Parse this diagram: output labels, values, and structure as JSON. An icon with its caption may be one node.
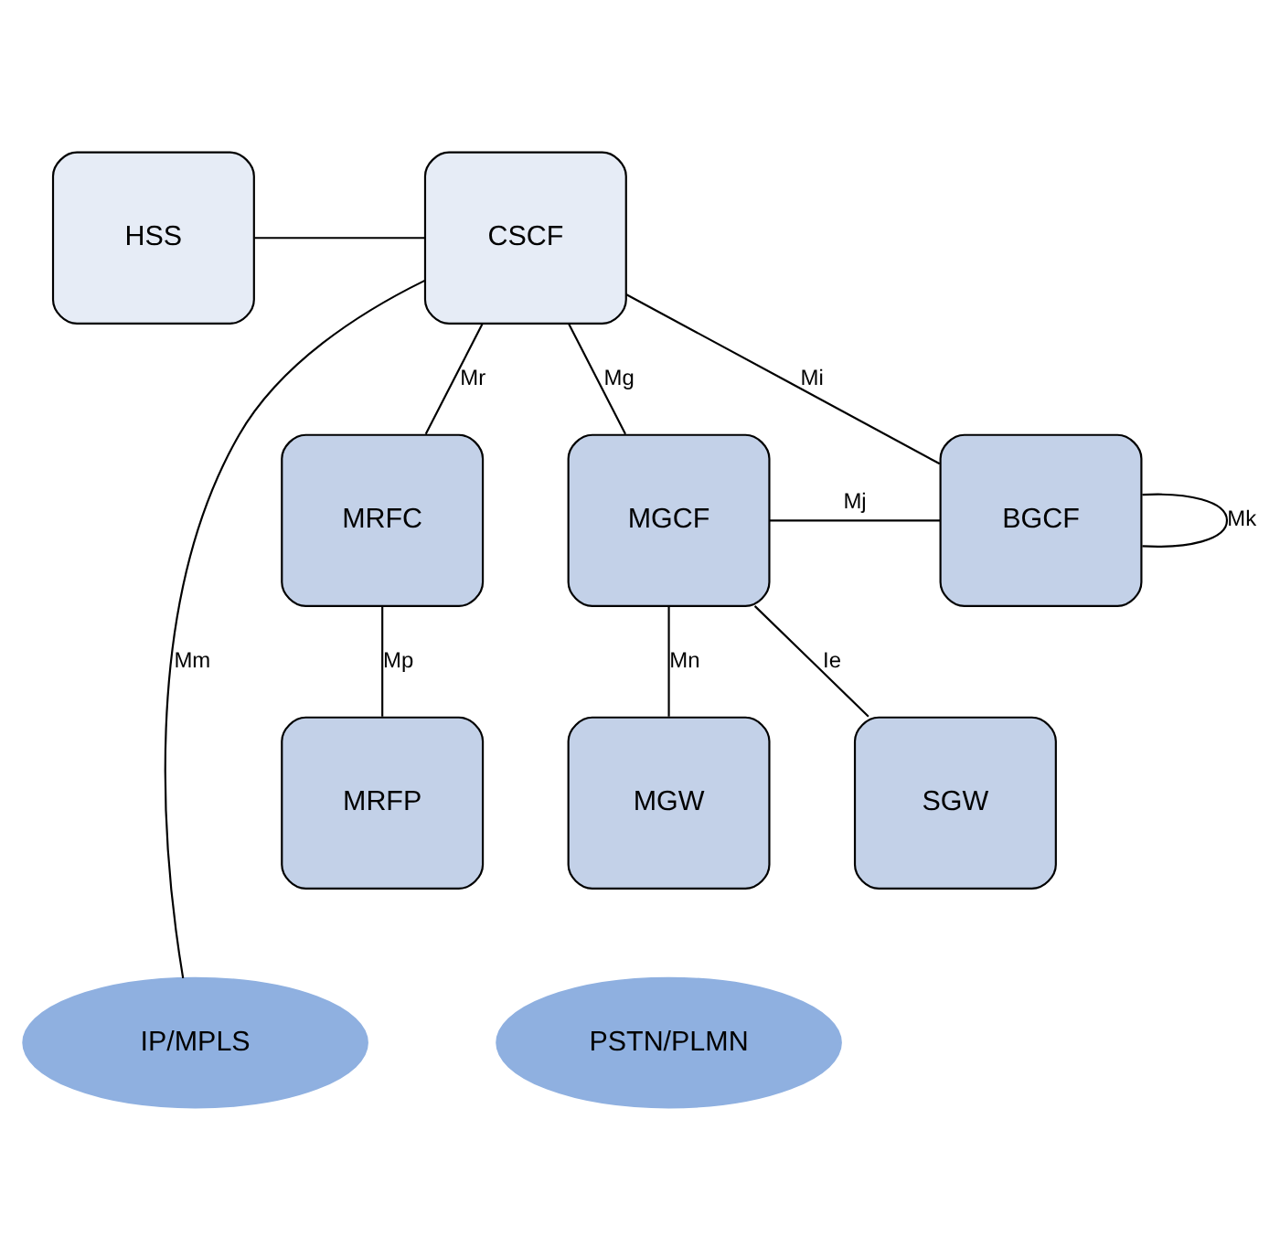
{
  "diagram": {
    "nodes": [
      {
        "text": [
          "HSS"
        ]
      },
      {
        "text": [
          "CSCF"
        ]
      },
      {
        "text": [
          "MRFC"
        ]
      },
      {
        "text": [
          "MGCF"
        ]
      },
      {
        "text": [
          "BGCF"
        ]
      },
      {
        "text": [
          "MRFP"
        ]
      },
      {
        "text": [
          "MGW"
        ]
      },
      {
        "text": [
          "SGW"
        ]
      },
      {
        "text": [
          "IP/MPLS"
        ]
      },
      {
        "text": [
          "PSTN/PLMN"
        ]
      }
    ],
    "edges": [
      {
        "from": 0,
        "to": 1,
        "arrow": "none"
      },
      {
        "from": 1,
        "to": 2,
        "arrow": "none",
        "label": "Mr"
      },
      {
        "from": 1,
        "to": 3,
        "arrow": "none",
        "label": "Mg"
      },
      {
        "from": 1,
        "to": 4,
        "arrow": "none",
        "label": "Mi"
      },
      {
        "from": 1,
        "to": 8,
        "arrow": "none",
        "label": "Mm"
      },
      {
        "from": 4,
        "to": 4,
        "arrow": "none",
        "label": "Mk"
      },
      {
        "from": 3,
        "to": 4,
        "arrow": "none",
        "label": "Mj"
      },
      {
        "from": 2,
        "to": 5,
        "arrow": "none",
        "label": "Mp"
      },
      {
        "from": 3,
        "to": 6,
        "arrow": "none",
        "label": "Mn"
      },
      {
        "from": 3,
        "to": 7,
        "arrow": "none",
        "label": "Ie"
      }
    ]
  }
}
